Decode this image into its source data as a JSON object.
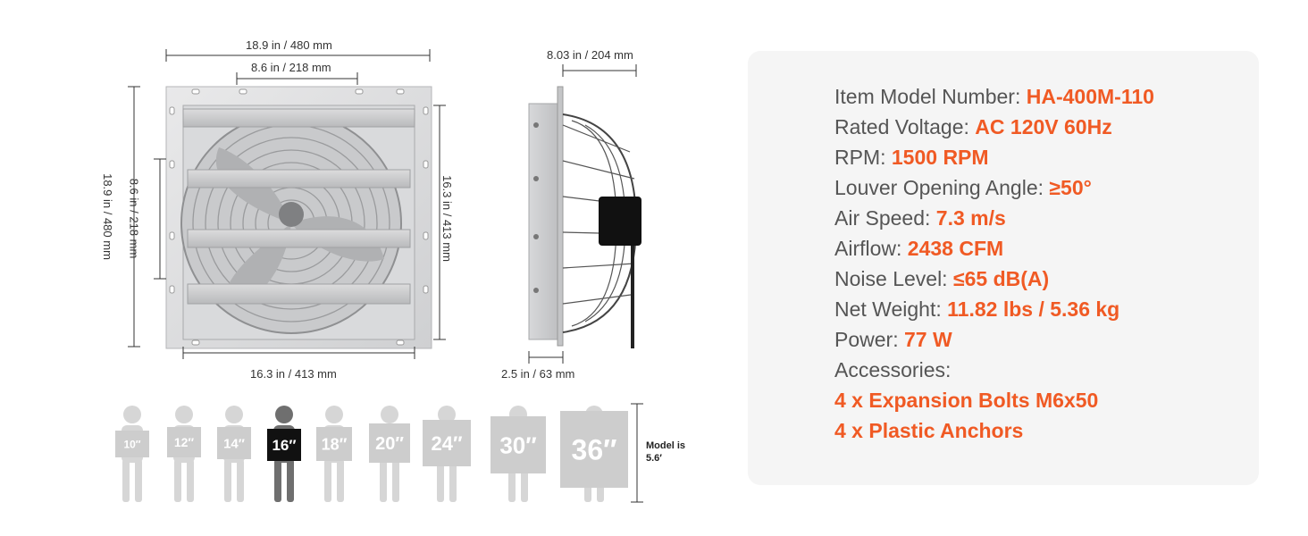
{
  "dimensions": {
    "front_width": "18.9 in / 480 mm",
    "front_inner_top": "8.6 in / 218 mm",
    "front_height": "18.9 in / 480 mm",
    "front_inner_left": "8.6 in / 218 mm",
    "front_right_height": "16.3 in / 413 mm",
    "front_bottom_width": "16.3 in / 413 mm",
    "side_depth": "8.03 in / 204 mm",
    "side_flange": "2.5 in / 63 mm"
  },
  "size_comparison": {
    "sizes": [
      "10″",
      "12″",
      "14″",
      "16″",
      "18″",
      "20″",
      "24″",
      "30″",
      "36″"
    ],
    "highlighted": "16″",
    "model_note_line1": "Model is",
    "model_note_line2": "5.6′"
  },
  "specs": {
    "model_label": "Item Model Number: ",
    "model_value": "HA-400M-110",
    "voltage_label": "Rated Voltage: ",
    "voltage_value": "AC 120V 60Hz",
    "rpm_label": "RPM: ",
    "rpm_value": "1500 RPM",
    "louver_label": "Louver Opening Angle: ",
    "louver_value": "≥50°",
    "airspeed_label": "Air Speed: ",
    "airspeed_value": "7.3 m/s",
    "airflow_label": "Airflow: ",
    "airflow_value": "2438 CFM",
    "noise_label": "Noise Level: ",
    "noise_value": "≤65 dB(A)",
    "weight_label": "Net Weight: ",
    "weight_value": "11.82 lbs /  5.36 kg",
    "power_label": "Power: ",
    "power_value": "77 W",
    "accessories_label": "Accessories:",
    "accessory_1": "4 x Expansion Bolts M6x50",
    "accessory_2": "4 x Plastic Anchors"
  },
  "colors": {
    "accent": "#f05a24",
    "label": "#555555",
    "panel_bg": "#f5f5f5"
  }
}
